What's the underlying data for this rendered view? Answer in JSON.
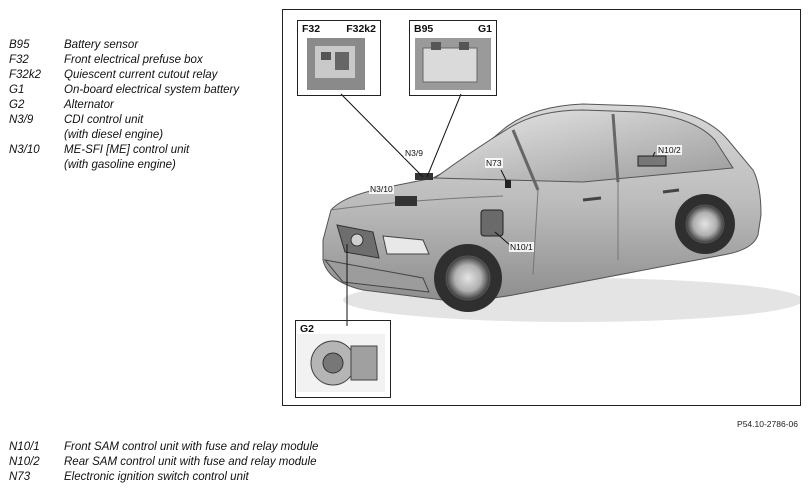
{
  "legend_top": [
    {
      "code": "B95",
      "description": "Battery sensor"
    },
    {
      "code": "F32",
      "description": "Front electrical prefuse box"
    },
    {
      "code": "F32k2",
      "description": "Quiescent current cutout relay"
    },
    {
      "code": "G1",
      "description": "On-board electrical system battery"
    },
    {
      "code": "G2",
      "description": "Alternator"
    },
    {
      "code": "N3/9",
      "description": "CDI control unit\n(with diesel engine)"
    },
    {
      "code": "N3/10",
      "description": "ME-SFI [ME] control unit\n(with gasoline engine)"
    }
  ],
  "legend_bottom": [
    {
      "code": "N10/1",
      "description": "Front SAM control unit with fuse and relay module"
    },
    {
      "code": "N10/2",
      "description": "Rear SAM control unit with fuse and relay module"
    },
    {
      "code": "N73",
      "description": "Electronic ignition switch control unit"
    }
  ],
  "figure": {
    "id": "P54.10-2786-06",
    "insets": {
      "fuse_box": {
        "label_left": "F32",
        "label_right": "F32k2"
      },
      "battery": {
        "label_left": "B95",
        "label_right": "G1"
      },
      "alternator": {
        "label": "G2"
      }
    },
    "callouts": {
      "n3_9": "N3/9",
      "n3_10": "N3/10",
      "n73": "N73",
      "n10_2": "N10/2",
      "n10_1": "N10/1"
    }
  }
}
